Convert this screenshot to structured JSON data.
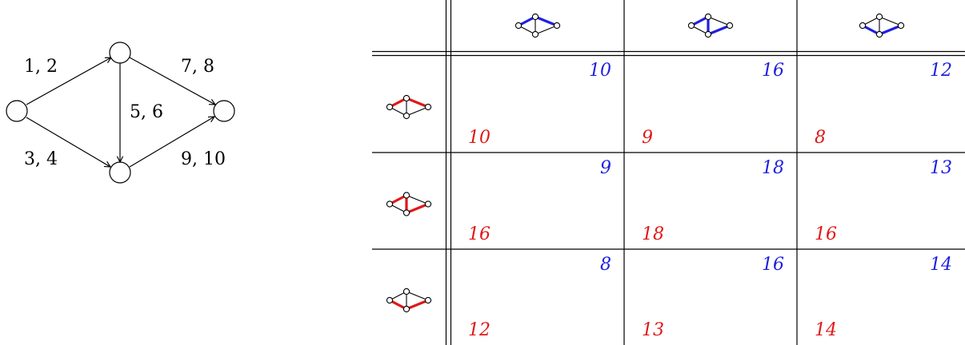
{
  "colors": {
    "col_player": "#1f1fe0",
    "row_player": "#e01818",
    "ink": "#000000"
  },
  "network": {
    "edges": [
      {
        "from": "s",
        "to": "a",
        "label": "1, 2"
      },
      {
        "from": "s",
        "to": "b",
        "label": "3, 4"
      },
      {
        "from": "a",
        "to": "b",
        "label": "5, 6"
      },
      {
        "from": "a",
        "to": "t",
        "label": "7, 8"
      },
      {
        "from": "b",
        "to": "t",
        "label": "9, 10"
      }
    ]
  },
  "game": {
    "columns": [
      {
        "strategy_icon": "path-upper-route-icon",
        "highlight": "upper"
      },
      {
        "strategy_icon": "path-zigzag-route-icon",
        "highlight": "zigzag"
      },
      {
        "strategy_icon": "path-lower-route-icon",
        "highlight": "lower"
      }
    ],
    "rows": [
      {
        "strategy_icon": "path-upper-route-icon",
        "highlight": "upper",
        "cells": [
          {
            "blue": "10",
            "red": "10"
          },
          {
            "blue": "16",
            "red": "9"
          },
          {
            "blue": "12",
            "red": "8"
          }
        ]
      },
      {
        "strategy_icon": "path-zigzag-route-icon",
        "highlight": "zigzag",
        "cells": [
          {
            "blue": "9",
            "red": "16"
          },
          {
            "blue": "18",
            "red": "18"
          },
          {
            "blue": "13",
            "red": "16"
          }
        ]
      },
      {
        "strategy_icon": "path-lower-route-icon",
        "highlight": "lower",
        "cells": [
          {
            "blue": "8",
            "red": "12"
          },
          {
            "blue": "16",
            "red": "13"
          },
          {
            "blue": "14",
            "red": "14"
          }
        ]
      }
    ]
  }
}
